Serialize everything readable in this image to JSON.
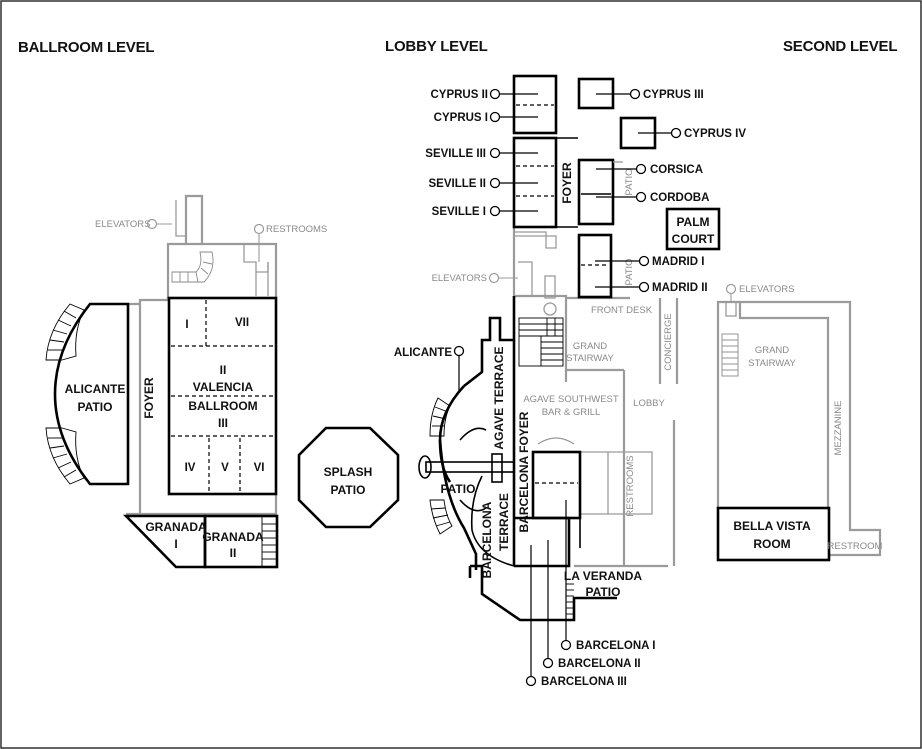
{
  "titles": {
    "ballroom_level": "BALLROOM LEVEL",
    "lobby_level": "LOBBY LEVEL",
    "second_level": "SECOND LEVEL"
  },
  "ballroom": {
    "elevators": "ELEVATORS",
    "restrooms": "RESTROOMS",
    "alicante_patio": [
      "ALICANTE",
      "PATIO"
    ],
    "foyer": "FOYER",
    "room_i": "I",
    "room_vii": "VII",
    "valencia": [
      "II",
      "VALENCIA",
      "BALLROOM",
      "III"
    ],
    "room_iv": "IV",
    "room_v": "V",
    "room_vi": "VI",
    "granada_i": [
      "GRANADA",
      "I"
    ],
    "granada_ii": [
      "GRANADA",
      "II"
    ]
  },
  "lobby": {
    "cyprus_ii": "CYPRUS II",
    "cyprus_i": "CYPRUS I",
    "cyprus_iii": "CYPRUS III",
    "cyprus_iv": "CYPRUS IV",
    "seville_iii": "SEVILLE III",
    "seville_ii": "SEVILLE II",
    "seville_i": "SEVILLE I",
    "foyer": "FOYER",
    "patio": "PATIO",
    "corsica": "CORSICA",
    "cordoba": "CORDOBA",
    "palm_court": [
      "PALM",
      "COURT"
    ],
    "madrid_i": "MADRID I",
    "madrid_ii": "MADRID II",
    "elevators": "ELEVATORS",
    "front_desk": "FRONT DESK",
    "concierge": "CONCIERGE",
    "grand_stairway": [
      "GRAND",
      "STAIRWAY"
    ],
    "alicante": "ALICANTE",
    "agave_terrace": "AGAVE TERRACE",
    "agave_southwest": [
      "AGAVE SOUTHWEST",
      "BAR & GRILL"
    ],
    "lobby": "LOBBY",
    "barcelona_foyer": "BARCELONA FOYER",
    "restrooms": "RESTROOMS",
    "patio_lower": "PATIO",
    "barcelona_terrace": [
      "BARCELONA",
      "TERRACE"
    ],
    "la_veranda_patio": [
      "LA VERANDA",
      "PATIO"
    ],
    "barcelona_i": "BARCELONA I",
    "barcelona_ii": "BARCELONA II",
    "barcelona_iii": "BARCELONA III",
    "splash_patio": [
      "SPLASH",
      "PATIO"
    ]
  },
  "second": {
    "elevators": "ELEVATORS",
    "grand_stairway": [
      "GRAND",
      "STAIRWAY"
    ],
    "mezzanine": "MEZZANINE",
    "bella_vista": [
      "BELLA VISTA",
      "ROOM"
    ],
    "restroom": "RESTROOM"
  }
}
